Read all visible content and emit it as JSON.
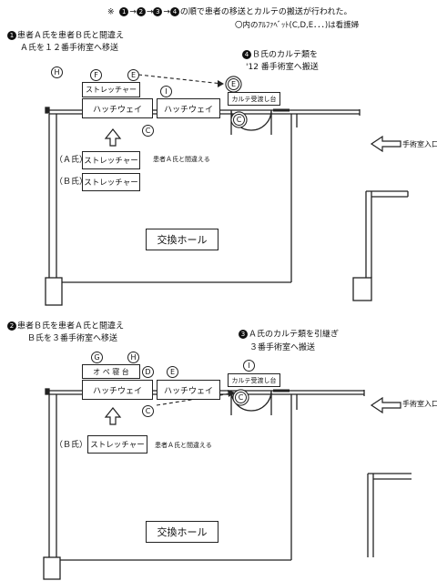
{
  "header": {
    "note_mark": "※",
    "note_steps": [
      "1",
      "2",
      "3",
      "4"
    ],
    "note_arrow": "→",
    "note_text": "の順で患者の移送とカルテの搬送が行われた。",
    "legend": "〇内のｱﾙﾌｧﾍﾞｯﾄ(C,D,E．．．)は看護婦"
  },
  "panel1": {
    "step_num": "1",
    "title": "患者Ａ氏を患者Ｂ氏と間違え",
    "title2": "Ａ氏を１２番手術室へ移送",
    "step4_num": "4",
    "step4_title": "Ｂ氏のカルテ類を",
    "step4_title2": "'12 番手術室へ搬送",
    "stretcher_top": "ストレッチャー",
    "hatch_left": "ハッチウェイ",
    "hatch_right": "ハッチウェイ",
    "chart_desk": "カルテ受渡し台",
    "patient_a_label": "（Ａ氏）",
    "patient_a_stretcher": "ストレッチャー",
    "patient_b_label": "（Ｂ氏）",
    "patient_b_stretcher": "ストレッチャー",
    "mistake_note": "患者Ａ氏と間違える",
    "hall": "交換ホール",
    "entrance": "手術室入口",
    "nurses": {
      "H": "H",
      "F": "F",
      "E": "E",
      "I": "I",
      "C": "C",
      "C2": "C",
      "E2": "E"
    }
  },
  "panel2": {
    "step_num": "2",
    "title": "患者Ｂ氏を患者Ａ氏と間違え",
    "title2": "Ｂ氏を３番手術室へ移送",
    "step3_num": "3",
    "step3_title": "Ａ氏のカルテ類を引継ぎ",
    "step3_title2": "３番手術室へ搬送",
    "op_table": "オ ペ 寝 台",
    "hatch_left": "ハッチウェイ",
    "hatch_right": "ハッチウェイ",
    "chart_desk": "カルテ受渡し台",
    "patient_b_label": "（Ｂ氏）",
    "patient_b_stretcher": "ストレッチャー",
    "mistake_note": "患者Ａ氏と間違える",
    "hall": "交換ホール",
    "entrance": "手術室入口",
    "nurses": {
      "G": "G",
      "H": "H",
      "D": "D",
      "E": "E",
      "I": "I",
      "C": "C",
      "C2": "C"
    }
  }
}
